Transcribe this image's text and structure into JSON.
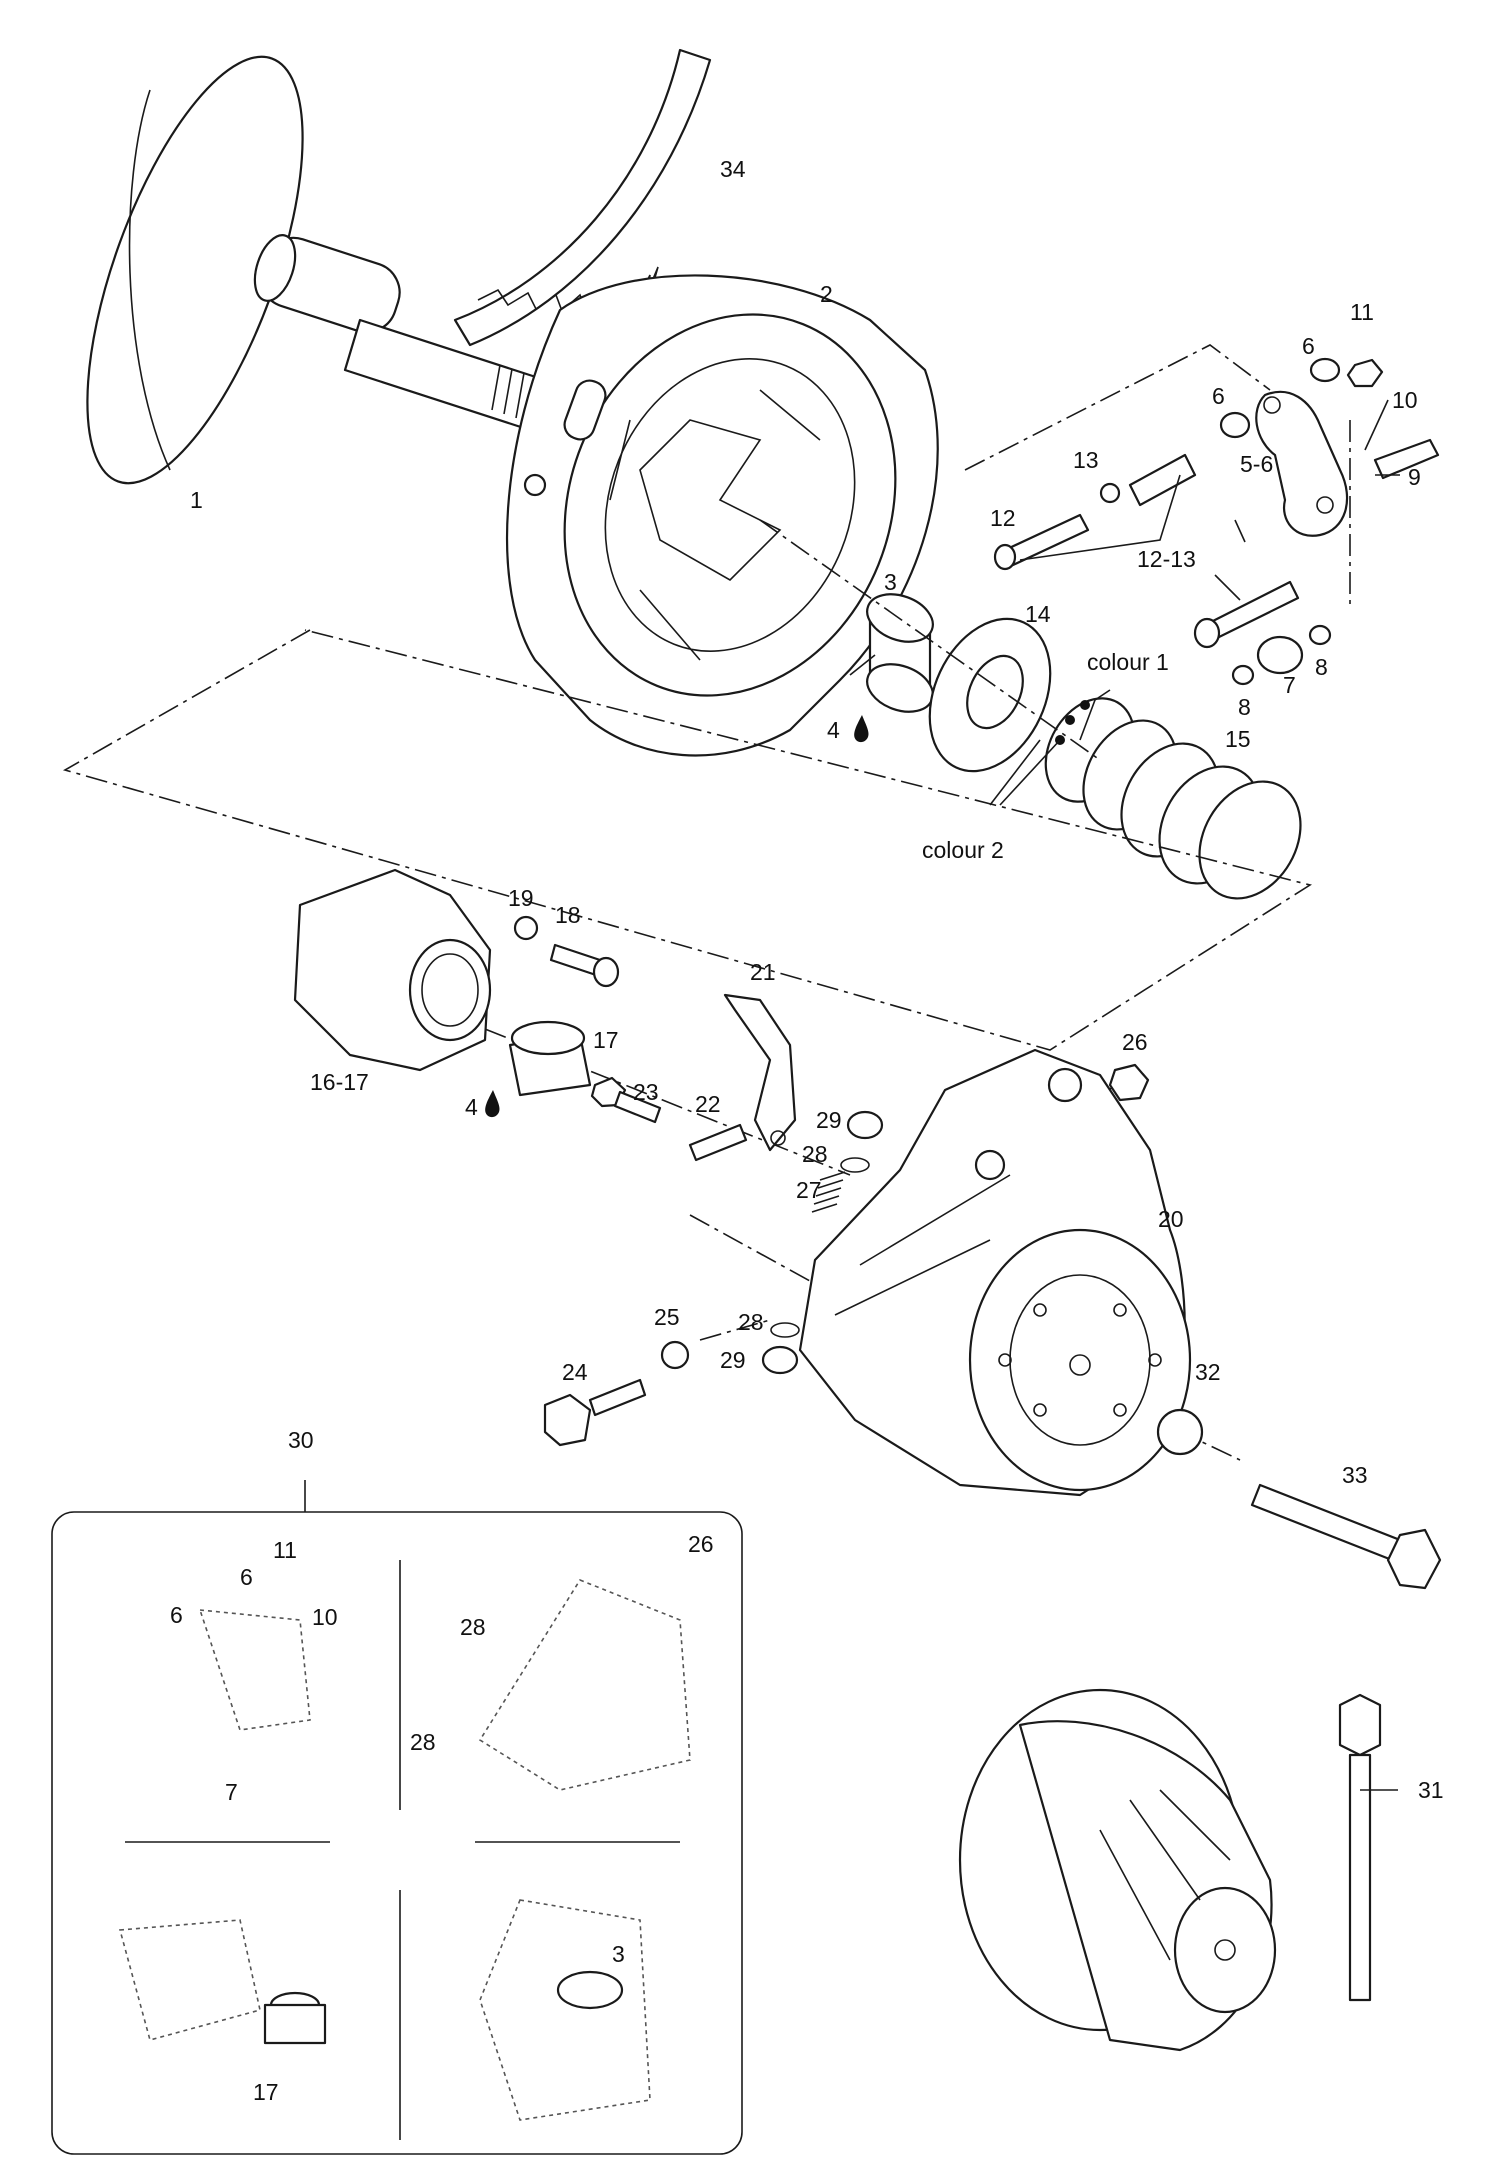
{
  "labels": {
    "p1": "1",
    "p2": "2",
    "p3": "3",
    "p4a": "4",
    "p4b": "4",
    "p5_6": "5-6",
    "p6a": "6",
    "p6b": "6",
    "p7": "7",
    "p8a": "8",
    "p8b": "8",
    "p9": "9",
    "p10": "10",
    "p11": "11",
    "p12": "12",
    "p12_13": "12-13",
    "p13": "13",
    "p14": "14",
    "p15": "15",
    "p16_17": "16-17",
    "p17": "17",
    "p18": "18",
    "p19": "19",
    "p20": "20",
    "p21": "21",
    "p22": "22",
    "p23": "23",
    "p24": "24",
    "p25": "25",
    "p26": "26",
    "p27": "27",
    "p28a": "28",
    "p28b": "28",
    "p29a": "29",
    "p29b": "29",
    "p30": "30",
    "p31": "31",
    "p32": "32",
    "p33": "33",
    "p34": "34",
    "colour1": "colour 1",
    "colour2": "colour 2"
  },
  "inset_labels": {
    "i11": "11",
    "i6a": "6",
    "i6b": "6",
    "i10": "10",
    "i7": "7",
    "i26": "26",
    "i28a": "28",
    "i28b": "28",
    "i3": "3",
    "i17": "17"
  },
  "icons": [
    "oil-drop-icon",
    "oil-drop-icon"
  ]
}
